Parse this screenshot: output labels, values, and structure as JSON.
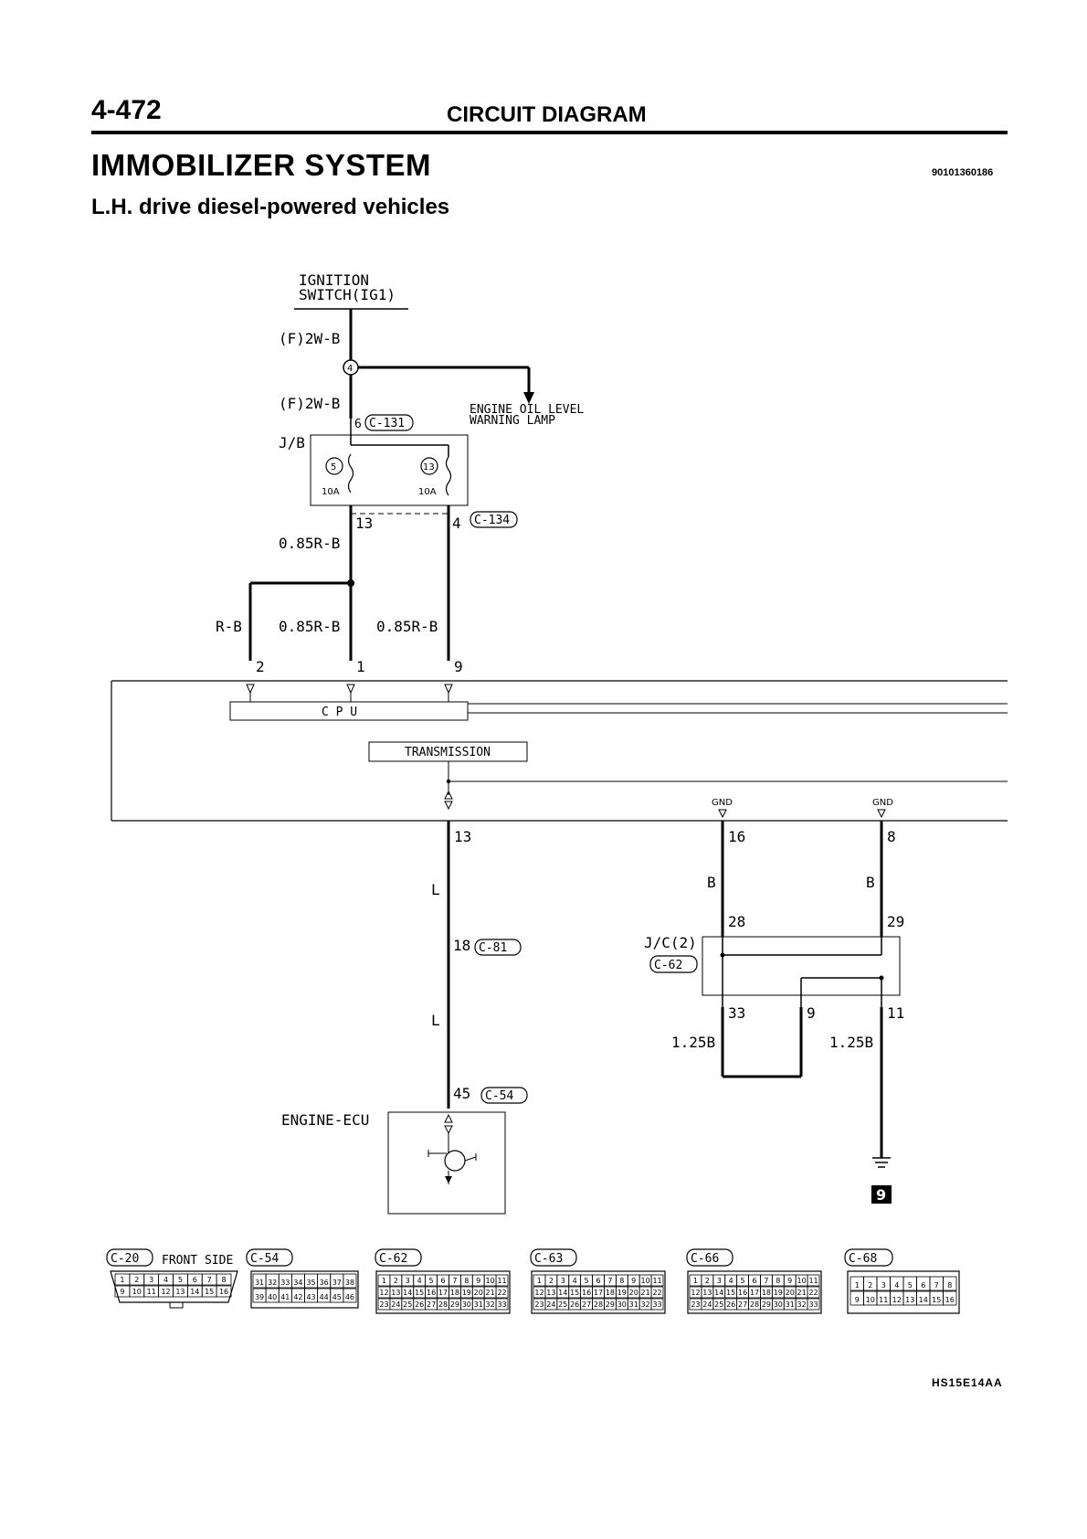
{
  "header": {
    "page_number": "4-472",
    "section": "CIRCUIT DIAGRAM",
    "title": "IMMOBILIZER SYSTEM",
    "doc_id": "90101360186",
    "subtitle": "L.H. drive diesel-powered vehicles"
  },
  "diagram": {
    "ignition_switch_line1": "IGNITION",
    "ignition_switch_line2": "SWITCH(IG1)",
    "wire_f2wb_top": "(F)2W-B",
    "wire_f2wb_mid": "(F)2W-B",
    "splice_4": "4",
    "oil_lamp_line1": "ENGINE OIL LEVEL",
    "oil_lamp_line2": "WARNING LAMP",
    "jb_label": "J/B",
    "jb_pin_6": "6",
    "conn_c131": "C-131",
    "fuse_5_no": "5",
    "fuse_13_no": "13",
    "fuse_5_rating": "10A",
    "fuse_13_rating": "10A",
    "jb_pin_13": "13",
    "jb_pin_4": "4",
    "conn_c134": "C-134",
    "wire_085rb_upper": "0.85R-B",
    "wire_rb": "R-B",
    "wire_085rb_center": "0.85R-B",
    "wire_085rb_right": "0.85R-B",
    "pin_2": "2",
    "pin_1": "1",
    "pin_9_top": "9",
    "cpu_label": "C P U",
    "transmission_label": "TRANSMISSION",
    "gnd1": "GND",
    "gnd2": "GND",
    "pin_13_bottom": "13",
    "pin_16": "16",
    "pin_8": "8",
    "wire_l_upper": "L",
    "wire_l_lower": "L",
    "wire_b_left": "B",
    "wire_b_right": "B",
    "pin_18": "18",
    "conn_c81": "C-81",
    "pin_28": "28",
    "pin_29": "29",
    "jc_label": "J/C(2)",
    "conn_c62_jc": "C-62",
    "pin_33": "33",
    "pin_9_jc": "9",
    "pin_11": "11",
    "wire_125b_left": "1.25B",
    "wire_125b_right": "1.25B",
    "pin_45": "45",
    "conn_c54": "C-54",
    "engine_ecu": "ENGINE-ECU",
    "ground_no": "9"
  },
  "connectors": [
    {
      "id": "C-20",
      "note": "FRONT SIDE",
      "rows": [
        [
          "1",
          "2",
          "3",
          "4",
          "5",
          "6",
          "7",
          "8"
        ],
        [
          "9",
          "10",
          "11",
          "12",
          "13",
          "14",
          "15",
          "16"
        ]
      ]
    },
    {
      "id": "C-54",
      "rows": [
        [
          "31",
          "32",
          "33",
          "34",
          "35",
          "36",
          "37",
          "38"
        ],
        [
          "39",
          "40",
          "41",
          "42",
          "43",
          "44",
          "45",
          "46"
        ]
      ]
    },
    {
      "id": "C-62",
      "rows": [
        [
          "1",
          "2",
          "3",
          "4",
          "5",
          "6",
          "7",
          "8",
          "9",
          "10",
          "11"
        ],
        [
          "12",
          "13",
          "14",
          "15",
          "16",
          "17",
          "18",
          "19",
          "20",
          "21",
          "22"
        ],
        [
          "23",
          "24",
          "25",
          "26",
          "27",
          "28",
          "29",
          "30",
          "31",
          "32",
          "33"
        ]
      ]
    },
    {
      "id": "C-63",
      "rows": [
        [
          "1",
          "2",
          "3",
          "4",
          "5",
          "6",
          "7",
          "8",
          "9",
          "10",
          "11"
        ],
        [
          "12",
          "13",
          "14",
          "15",
          "16",
          "17",
          "18",
          "19",
          "20",
          "21",
          "22"
        ],
        [
          "23",
          "24",
          "25",
          "26",
          "27",
          "28",
          "29",
          "30",
          "31",
          "32",
          "33"
        ]
      ]
    },
    {
      "id": "C-66",
      "rows": [
        [
          "1",
          "2",
          "3",
          "4",
          "5",
          "6",
          "7",
          "8",
          "9",
          "10",
          "11"
        ],
        [
          "12",
          "13",
          "14",
          "15",
          "16",
          "17",
          "18",
          "19",
          "20",
          "21",
          "22"
        ],
        [
          "23",
          "24",
          "25",
          "26",
          "27",
          "28",
          "29",
          "30",
          "31",
          "32",
          "33"
        ]
      ]
    },
    {
      "id": "C-68",
      "rows": [
        [
          "1",
          "2",
          "3",
          "4",
          "5",
          "6",
          "7",
          "8"
        ],
        [
          "9",
          "10",
          "11",
          "12",
          "13",
          "14",
          "15",
          "16"
        ]
      ]
    }
  ],
  "figure_id": "HS15E14AA"
}
